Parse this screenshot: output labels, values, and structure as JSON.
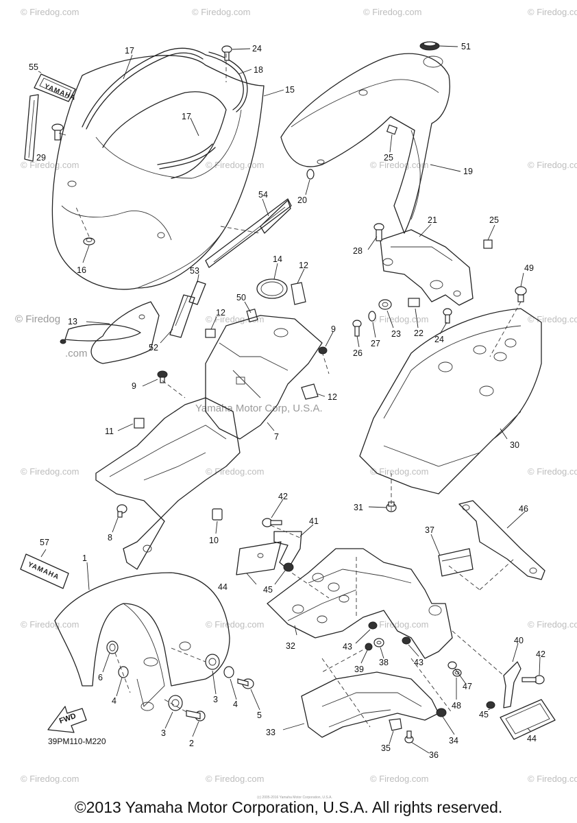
{
  "diagram_code": "39PM110-M220",
  "copyright": "©2013 Yamaha Motor Corporation, U.S.A. All rights reserved.",
  "fine_print": "(c) 2005-2016 Yamaha Motor Corporation, U.S.A.",
  "watermarks": {
    "firedog": "© Firedog.com",
    "big_left_line1": "© Firedog",
    "big_left_line2": ".com",
    "center": "Yamaha Motor Corp, U.S.A."
  },
  "fwd_label": "FWD",
  "logo_text": "YAMAHA",
  "callouts": {
    "c1": "1",
    "c2": "2",
    "c3a": "3",
    "c3b": "3",
    "c4a": "4",
    "c4b": "4",
    "c5": "5",
    "c6": "6",
    "c7": "7",
    "c8": "8",
    "c9a": "9",
    "c9b": "9",
    "c10": "10",
    "c11": "11",
    "c12a": "12",
    "c12b": "12",
    "c12c": "12",
    "c13": "13",
    "c14": "14",
    "c15": "15",
    "c16": "16",
    "c17a": "17",
    "c17b": "17",
    "c18": "18",
    "c19": "19",
    "c20": "20",
    "c21": "21",
    "c22": "22",
    "c23": "23",
    "c24a": "24",
    "c24b": "24",
    "c25a": "25",
    "c25b": "25",
    "c26": "26",
    "c27": "27",
    "c28": "28",
    "c29": "29",
    "c30": "30",
    "c31": "31",
    "c32": "32",
    "c33": "33",
    "c34": "34",
    "c35": "35",
    "c36": "36",
    "c37": "37",
    "c38": "38",
    "c39": "39",
    "c40": "40",
    "c41": "41",
    "c42a": "42",
    "c42b": "42",
    "c43a": "43",
    "c43b": "43",
    "c44a": "44",
    "c44b": "44",
    "c45a": "45",
    "c45b": "45",
    "c46": "46",
    "c47": "47",
    "c48": "48",
    "c49": "49",
    "c50": "50",
    "c51": "51",
    "c52": "52",
    "c53": "53",
    "c54": "54",
    "c55": "55",
    "c57": "57"
  }
}
